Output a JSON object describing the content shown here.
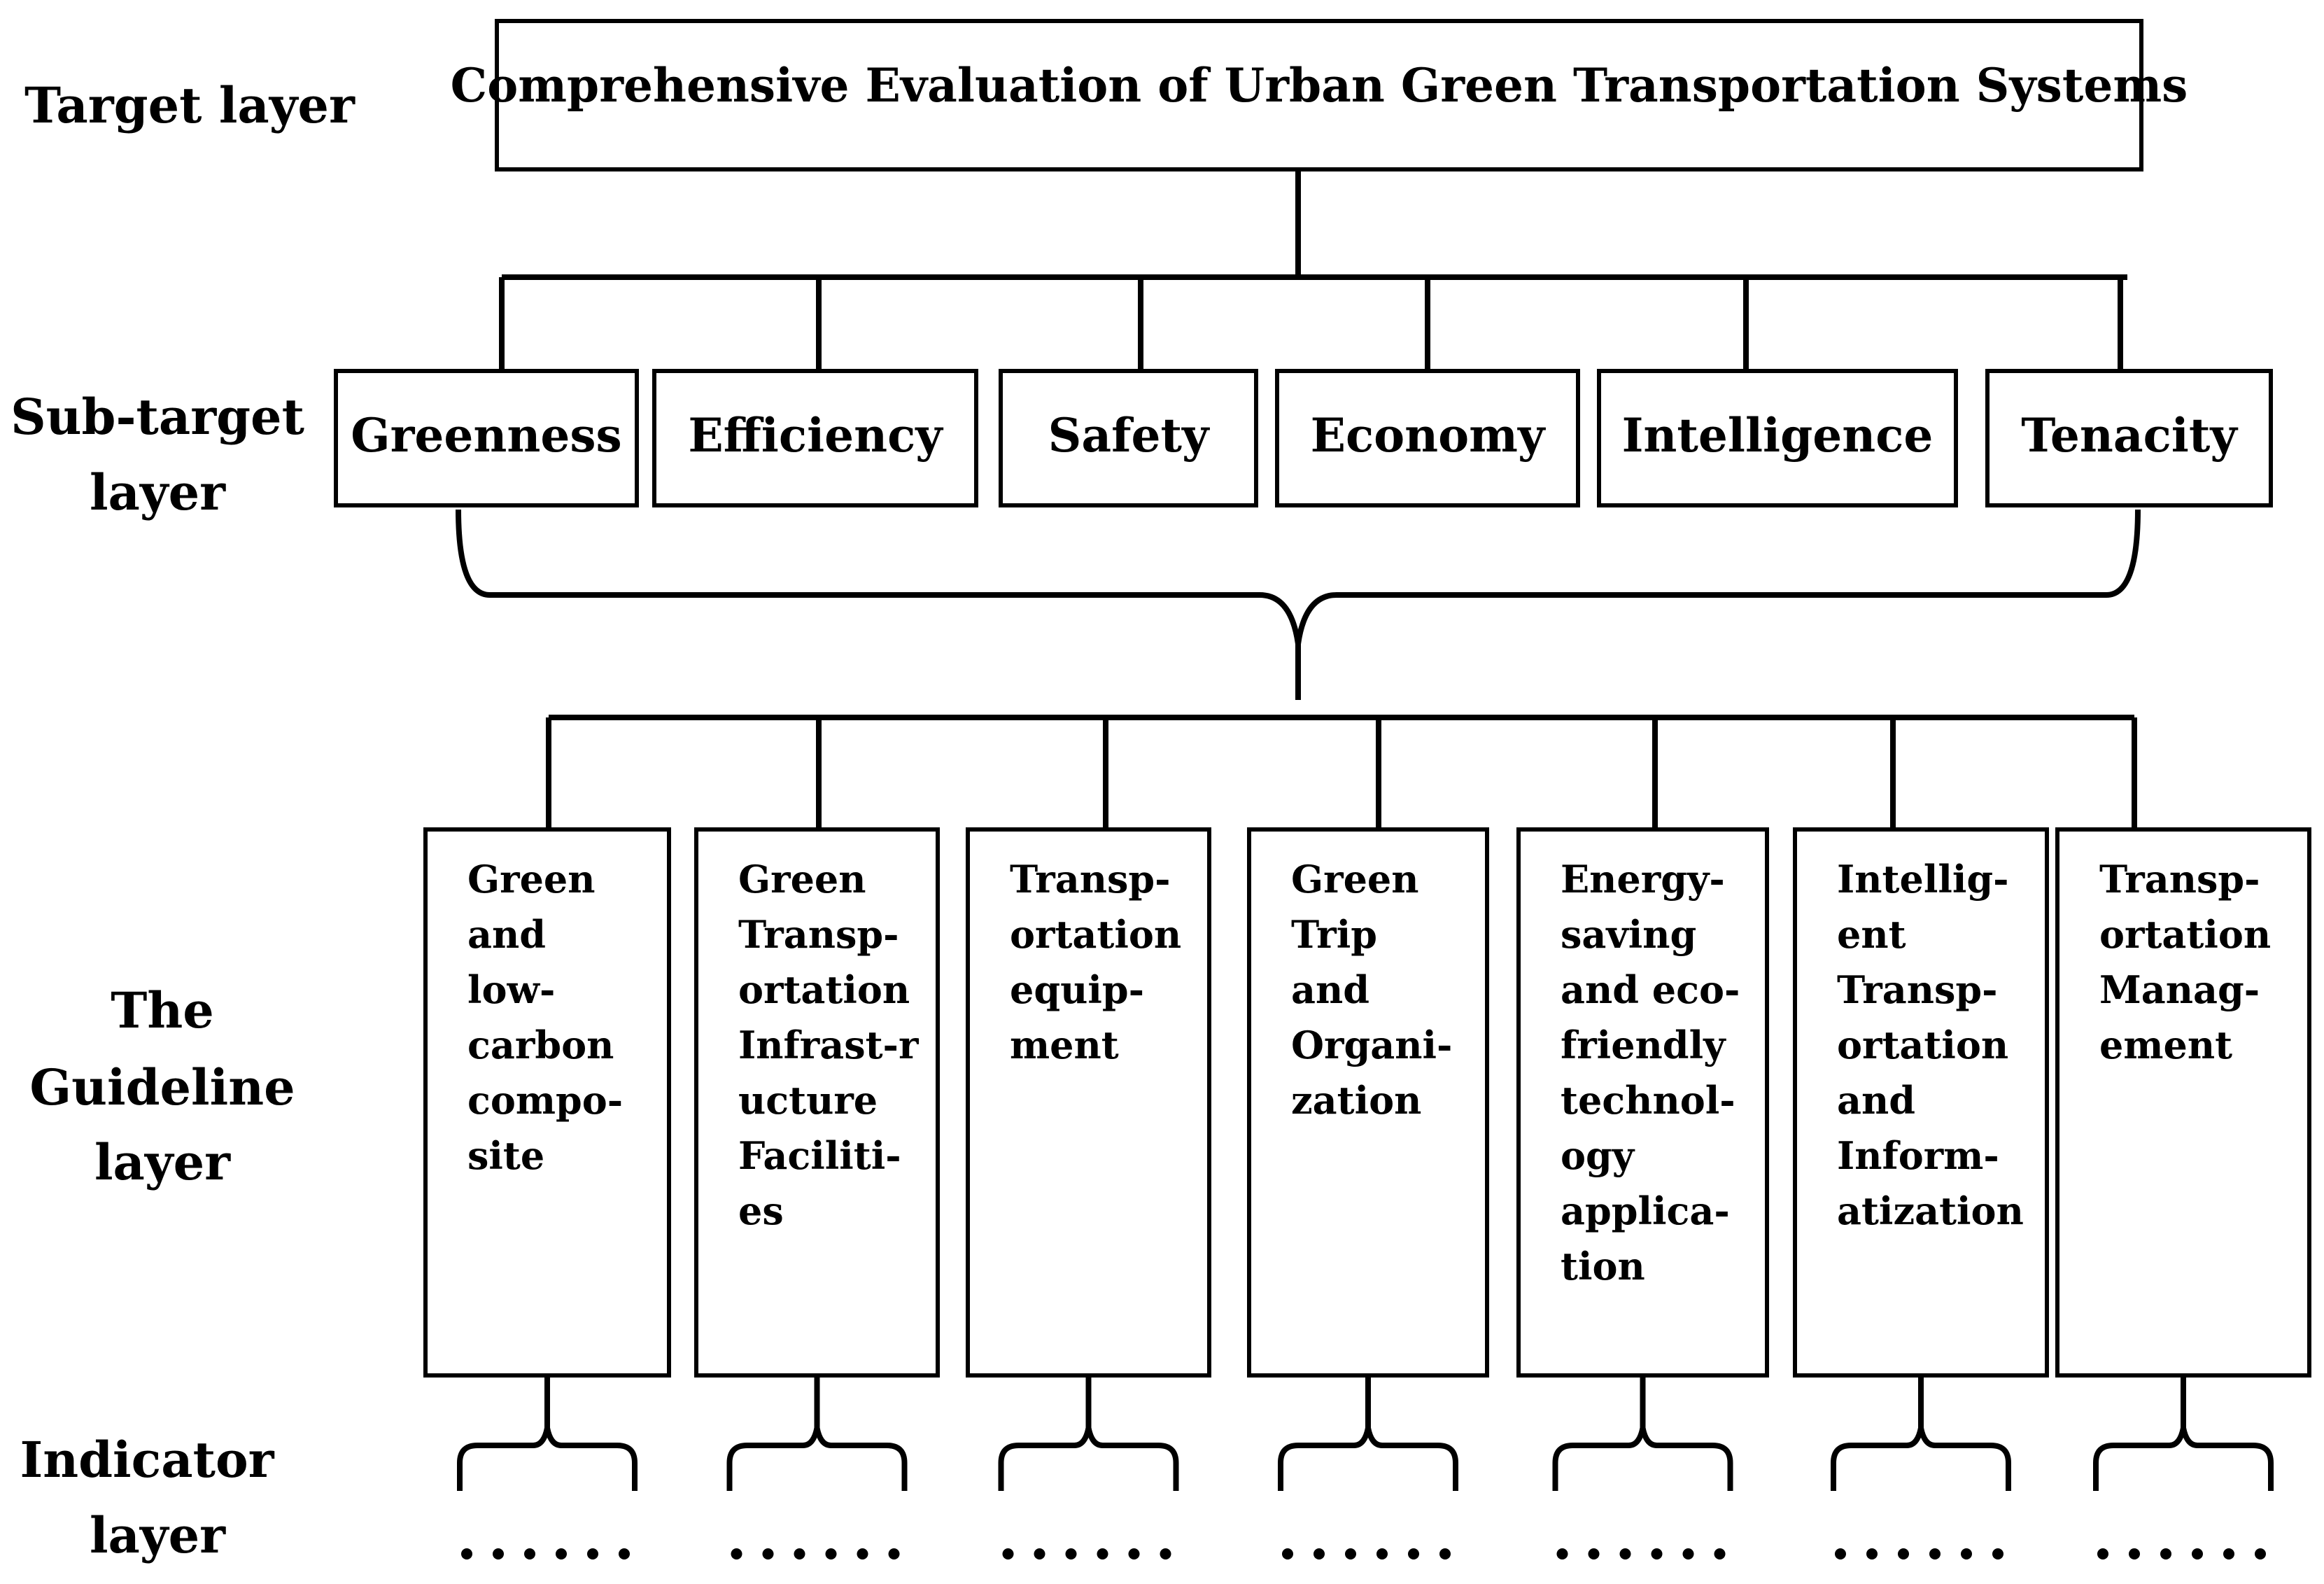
{
  "layers": {
    "target": "Target layer",
    "sub_target": [
      "Sub-target",
      "layer"
    ],
    "guideline": [
      "The",
      "Guideline",
      "layer"
    ],
    "indicator": [
      "Indicator",
      "layer"
    ]
  },
  "target_box": "Comprehensive Evaluation of Urban Green Transportation Systems",
  "sub_targets": [
    "Greenness",
    "Efficiency",
    "Safety",
    "Economy",
    "Intelligence",
    "Tenacity"
  ],
  "guidelines": [
    [
      "Green",
      "and",
      "low-",
      "carbon",
      "compo-",
      "site"
    ],
    [
      "Green",
      "Transp-",
      "ortation",
      "Infrast-r",
      "ucture",
      "Faciliti-",
      "es"
    ],
    [
      "Transp-",
      "ortation",
      "equip-",
      "ment"
    ],
    [
      "Green",
      "Trip",
      "and",
      "Organi-",
      "zation"
    ],
    [
      "Energy-",
      "saving",
      "and eco-",
      "friendly",
      "technol-",
      "ogy",
      "applica-",
      "tion"
    ],
    [
      "Intellig-",
      "ent",
      "Transp-",
      "ortation",
      "and",
      "Inform-",
      "atization"
    ],
    [
      "Transp-",
      "ortation",
      "Manag-",
      "ement"
    ]
  ],
  "indicator_placeholder": "……"
}
